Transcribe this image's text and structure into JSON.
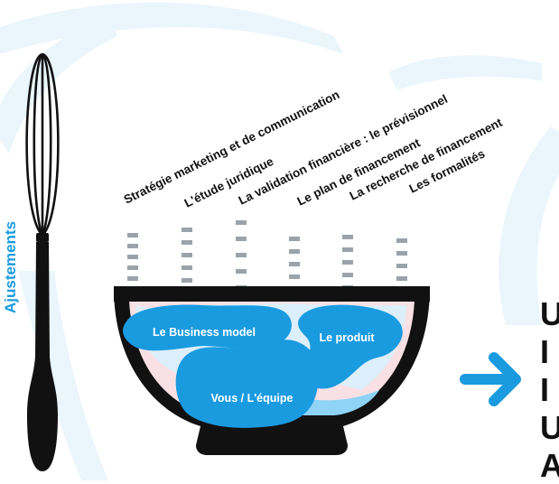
{
  "side_label": "Ajustements",
  "steps": [
    "Stratégie marketing et de communication",
    "L'étude juridique",
    "La validation financière : le prévisionnel",
    "Le plan de financement",
    "La recherche de financement",
    "Les formalités"
  ],
  "bowl_blobs": {
    "business_model": "Le Business model",
    "produit": "Le produit",
    "equipe": "Vous / L'équipe"
  },
  "result_text": [
    "U",
    "I",
    "I",
    "U",
    "A"
  ],
  "colors": {
    "blue": "#1A9BE0",
    "light_blue": "#8FD3F7",
    "pale_blue": "#DCEFFA",
    "pink": "#F9E0E5",
    "dark": "#111111",
    "dash_gray": "#9AA3AA",
    "background_swoosh": "#EAF5FC"
  },
  "icons": {
    "whisk": "whisk-icon",
    "bowl": "bowl-icon",
    "arrow": "arrow-right-icon"
  }
}
